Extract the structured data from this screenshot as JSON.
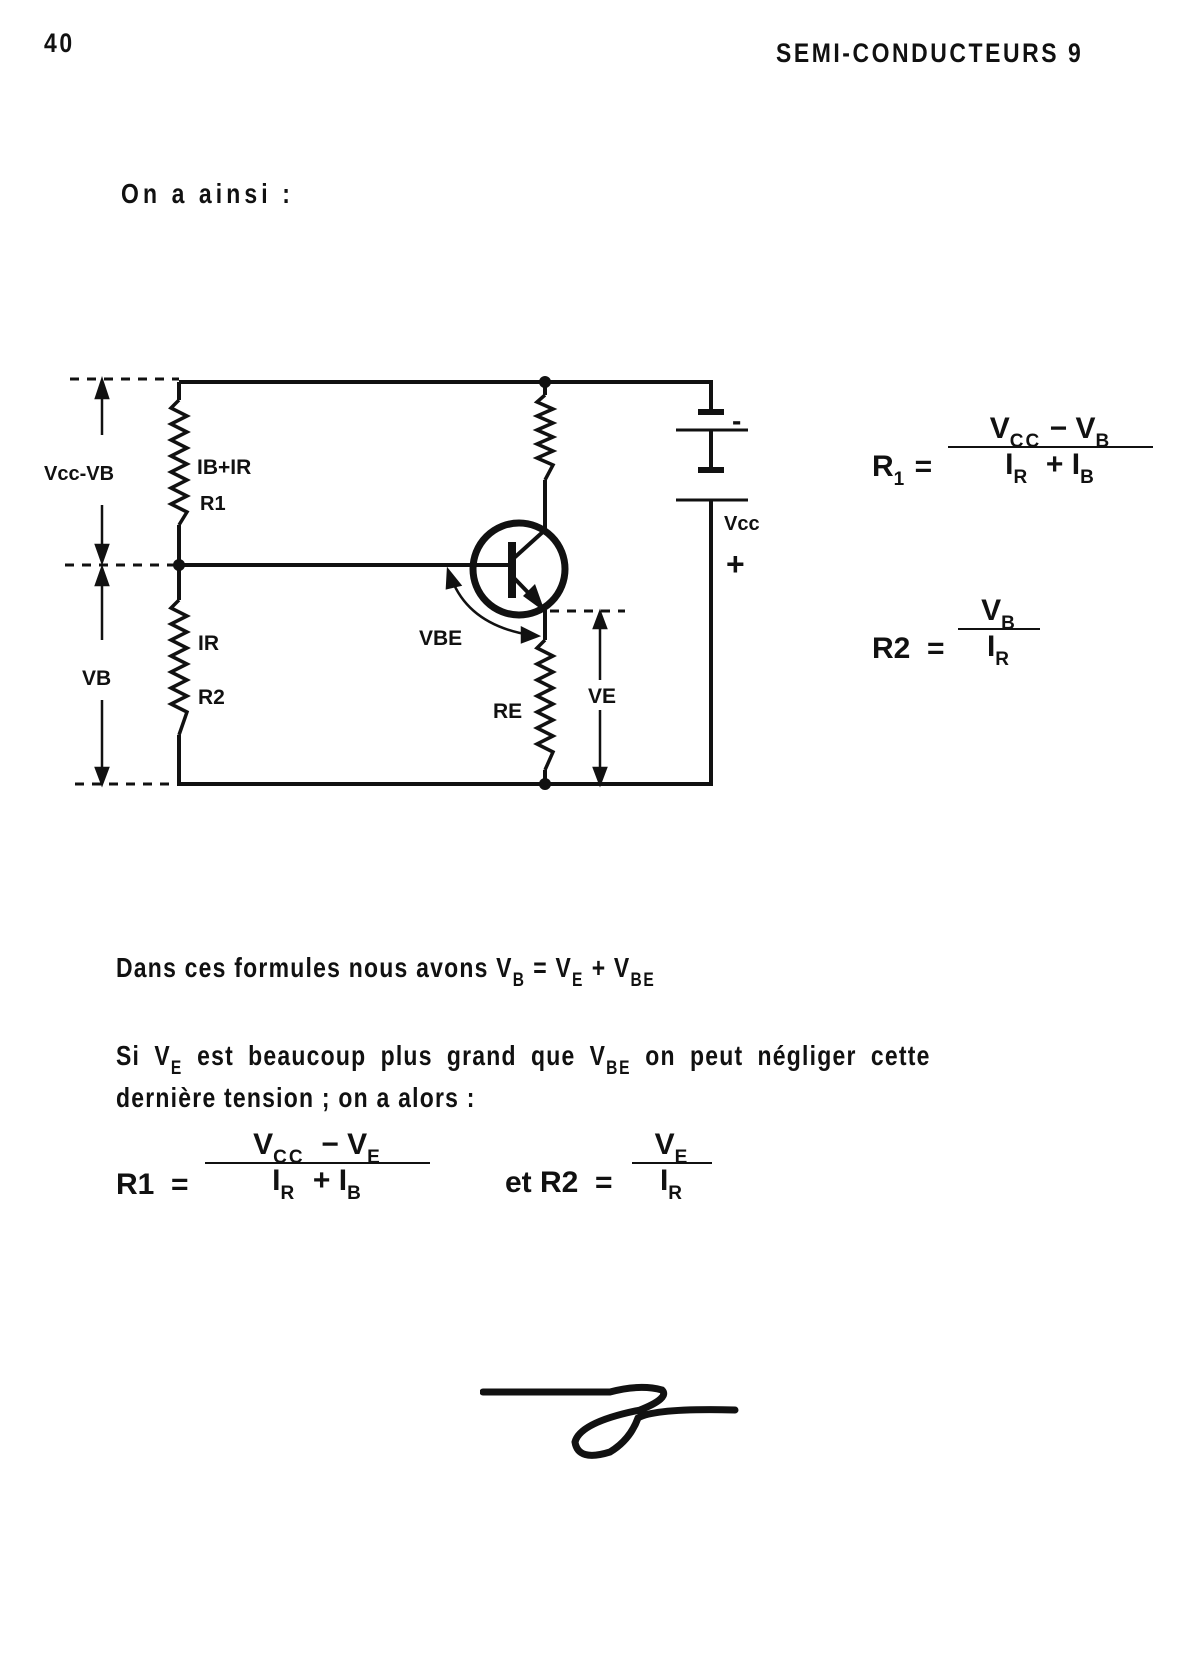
{
  "header": {
    "page_number": "40",
    "running_title": "SEMI-CONDUCTEURS 9"
  },
  "intro": "On a ainsi :",
  "circuit": {
    "labels": {
      "vcc_minus_vb": "Vcc-VB",
      "ib_plus_ir": "IB+IR",
      "r1": "R1",
      "ir": "IR",
      "r2": "R2",
      "vb": "VB",
      "vbe": "VBE",
      "re": "RE",
      "ve": "VE",
      "vcc": "Vcc",
      "minus": "-",
      "plus": "+"
    }
  },
  "formulas_top": {
    "r1": {
      "lhs": "R",
      "lhs_sub": "1",
      "eq": "=",
      "num_v": "V",
      "num_cc": "CC",
      "num_minus": "−",
      "num_v2": "V",
      "num_b": "B",
      "den_i": "I",
      "den_r": "R",
      "den_plus": "+",
      "den_i2": "I",
      "den_b": "B"
    },
    "r2": {
      "lhs": "R2",
      "eq": "=",
      "num_v": "V",
      "num_b": "B",
      "den_i": "I",
      "den_r": "R"
    }
  },
  "text": {
    "line1_a": "Dans ces formules nous avons V",
    "line1_b": "B",
    "line1_c": " = V",
    "line1_d": "E",
    "line1_e": " + V",
    "line1_f": "BE",
    "line2_a": "Si V",
    "line2_b": "E",
    "line2_c": " est beaucoup plus grand que V",
    "line2_d": "BE",
    "line2_e": " on peut négliger cette",
    "line3": "dernière tension ; on a alors :"
  },
  "formulas_bottom": {
    "r1": {
      "lhs": "R1",
      "eq": "=",
      "num_v": "V",
      "num_cc": "CC",
      "num_minus": "−",
      "num_v2": "V",
      "num_e": "E",
      "den_i": "I",
      "den_r": "R",
      "den_plus": "+",
      "den_i2": "I",
      "den_b": "B"
    },
    "connector": "et R2",
    "r2": {
      "eq": "=",
      "num_v": "V",
      "num_e": "E",
      "den_i": "I",
      "den_r": "R"
    }
  }
}
